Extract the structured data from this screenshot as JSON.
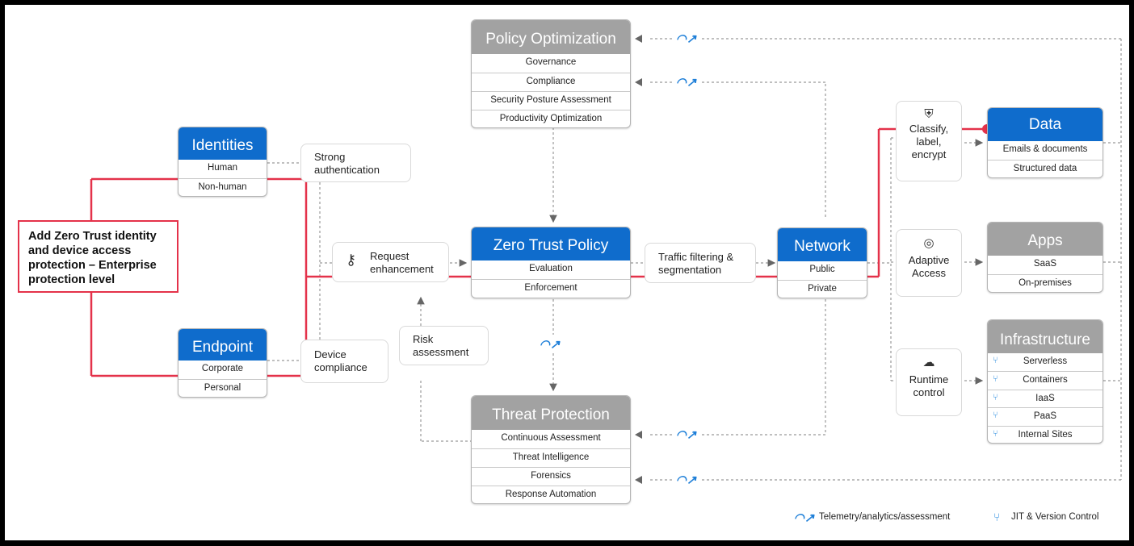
{
  "policy_optimization": {
    "title": "Policy Optimization",
    "items": [
      "Governance",
      "Compliance",
      "Security Posture Assessment",
      "Productivity Optimization"
    ]
  },
  "identities": {
    "title": "Identities",
    "items": [
      "Human",
      "Non-human"
    ]
  },
  "endpoint": {
    "title": "Endpoint",
    "items": [
      "Corporate",
      "Personal"
    ]
  },
  "strong_auth": "Strong authentication",
  "device_compliance": "Device compliance",
  "request_enhancement": "Request enhancement",
  "risk_assessment": "Risk assessment",
  "zero_trust_policy": {
    "title": "Zero Trust Policy",
    "items": [
      "Evaluation",
      "Enforcement"
    ]
  },
  "traffic_filtering": "Traffic filtering & segmentation",
  "network": {
    "title": "Network",
    "items": [
      "Public",
      "Private"
    ]
  },
  "threat_protection": {
    "title": "Threat Protection",
    "items": [
      "Continuous Assessment",
      "Threat Intelligence",
      "Forensics",
      "Response Automation"
    ]
  },
  "classify": "Classify, label, encrypt",
  "adaptive_access": "Adaptive Access",
  "runtime_control": "Runtime control",
  "data": {
    "title": "Data",
    "items": [
      "Emails & documents",
      "Structured data"
    ]
  },
  "apps": {
    "title": "Apps",
    "items": [
      "SaaS",
      "On-premises"
    ]
  },
  "infrastructure": {
    "title": "Infrastructure",
    "items": [
      "Serverless",
      "Containers",
      "IaaS",
      "PaaS",
      "Internal Sites"
    ]
  },
  "callout": "Add Zero Trust identity and device access protection – Enterprise protection level",
  "legend": {
    "telemetry": "Telemetry/analytics/assessment",
    "jit": "JIT & Version Control"
  },
  "colors": {
    "blue_header": "#0f6ccc",
    "gray_header": "#a2a2a2",
    "highlight": "#e4324a",
    "telemetry_icon": "#1e7fd8"
  },
  "icons": {
    "telemetry": "speedometer-icon",
    "jit": "branch-icon",
    "classify": "shield-lock-icon",
    "adaptive": "fingerprint-icon",
    "runtime": "cloud-gear-icon",
    "request": "key-hand-icon"
  }
}
